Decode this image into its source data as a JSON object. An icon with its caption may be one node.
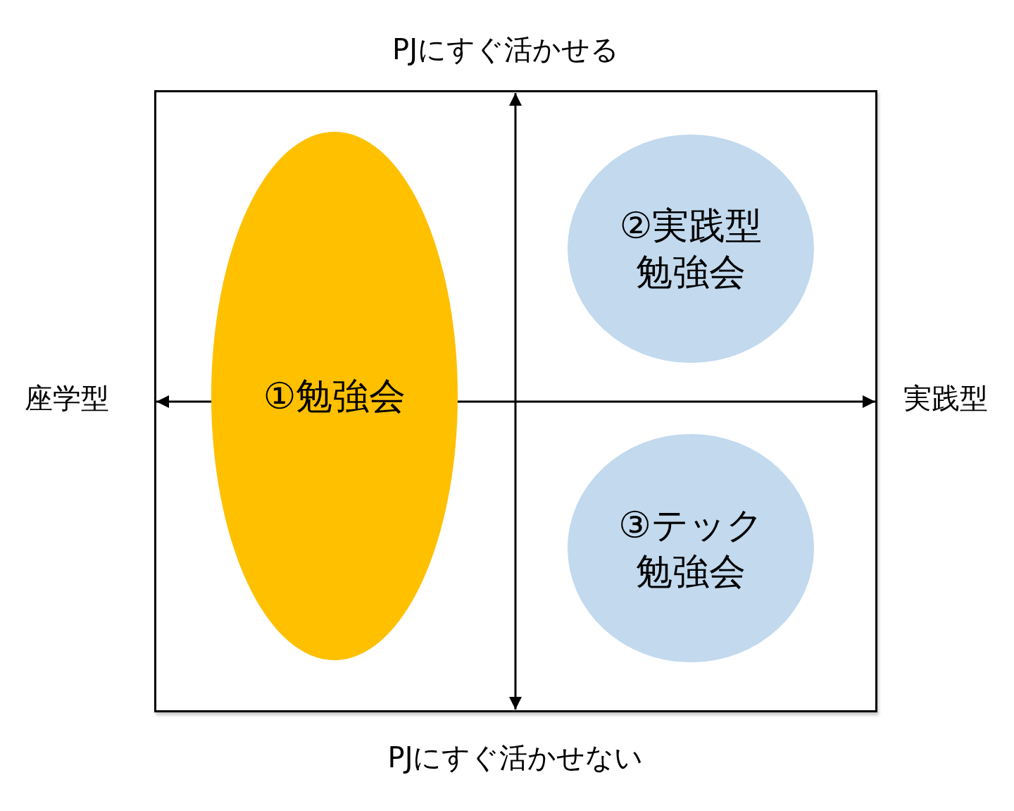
{
  "diagram": {
    "nodes": [
      {
        "text": [
          "①勉強会"
        ]
      },
      {
        "text": [
          "②実践型勉強会"
        ]
      },
      {
        "text": [
          "③テック勉強会"
        ]
      }
    ],
    "labels": [
      "PJにすぐ活かせる",
      "座学型",
      "実践型",
      "PJにすぐ活かせない"
    ]
  }
}
